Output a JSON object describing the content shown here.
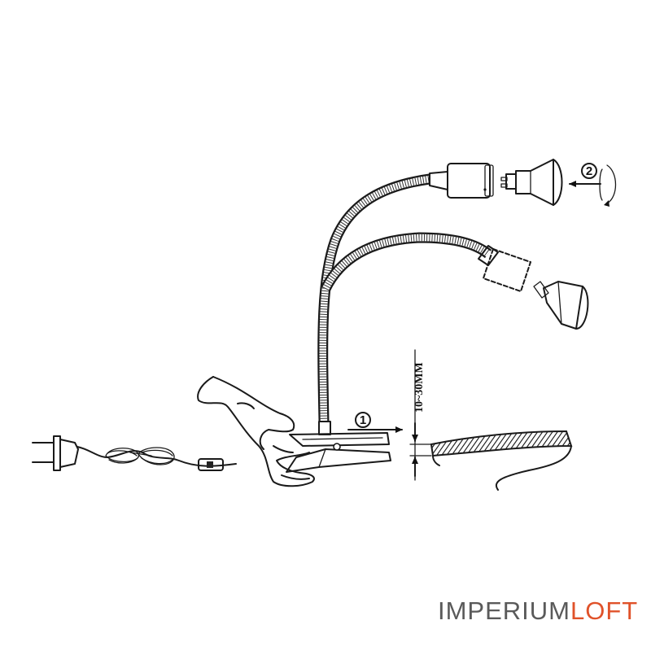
{
  "diagram": {
    "step_1_label": "1",
    "step_2_label": "2",
    "thickness_label": "10~30MM"
  },
  "brand": {
    "part1": "IMPERIUM",
    "part2": "LOFT",
    "part1_color": "#5a5a5a",
    "part2_color": "#e0522a"
  }
}
